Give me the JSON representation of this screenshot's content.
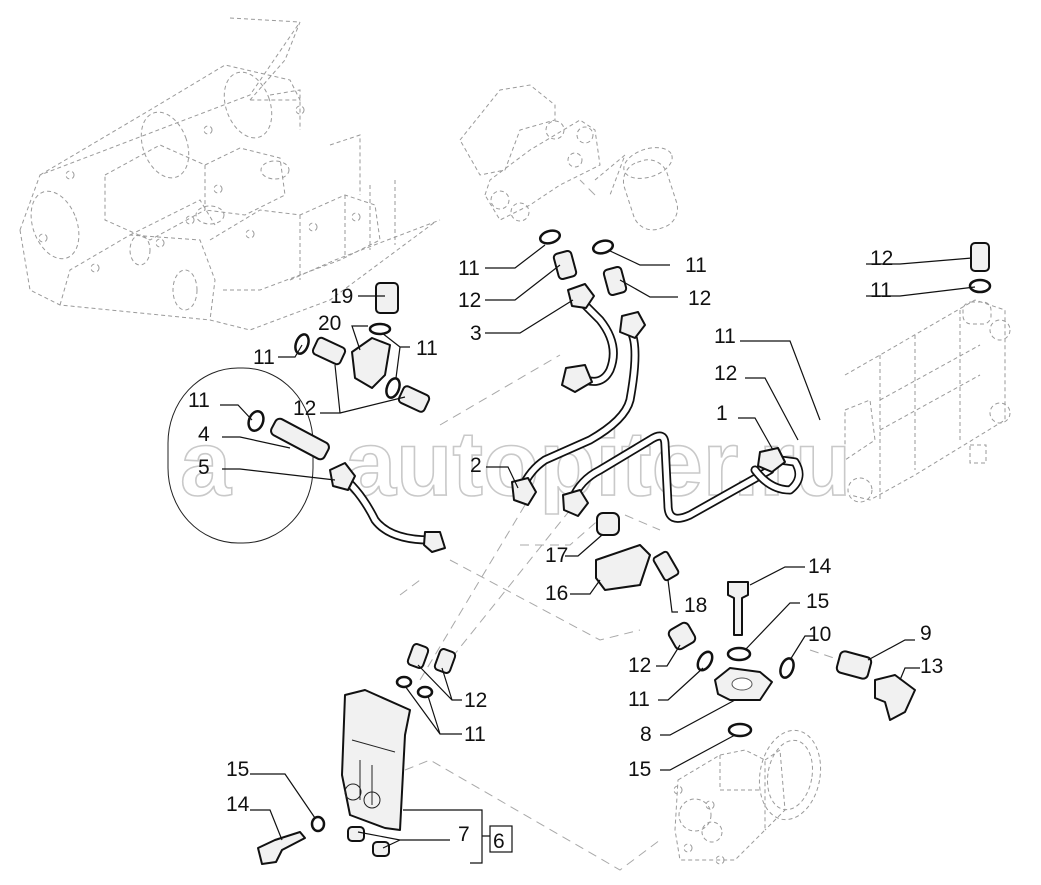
{
  "diagram": {
    "title": "Exploded parts diagram: injection pump oil lines and fittings",
    "watermark": "autopiter.ru",
    "watermark_logo_letter": "a",
    "group_box_label": "6",
    "callouts": [
      {
        "id": "c1",
        "label": "11"
      },
      {
        "id": "c2",
        "label": "12"
      },
      {
        "id": "c3",
        "label": "3"
      },
      {
        "id": "c4",
        "label": "11"
      },
      {
        "id": "c5",
        "label": "12"
      },
      {
        "id": "c6",
        "label": "12"
      },
      {
        "id": "c7",
        "label": "11"
      },
      {
        "id": "c8",
        "label": "19"
      },
      {
        "id": "c9",
        "label": "20"
      },
      {
        "id": "c10",
        "label": "11"
      },
      {
        "id": "c11",
        "label": "11"
      },
      {
        "id": "c12",
        "label": "12"
      },
      {
        "id": "c13",
        "label": "11"
      },
      {
        "id": "c14",
        "label": "4"
      },
      {
        "id": "c15",
        "label": "5"
      },
      {
        "id": "c16",
        "label": "2"
      },
      {
        "id": "c17",
        "label": "11"
      },
      {
        "id": "c18",
        "label": "12"
      },
      {
        "id": "c19",
        "label": "1"
      },
      {
        "id": "c20",
        "label": "17"
      },
      {
        "id": "c21",
        "label": "16"
      },
      {
        "id": "c22",
        "label": "18"
      },
      {
        "id": "c23",
        "label": "14"
      },
      {
        "id": "c24",
        "label": "15"
      },
      {
        "id": "c25",
        "label": "10"
      },
      {
        "id": "c26",
        "label": "9"
      },
      {
        "id": "c27",
        "label": "13"
      },
      {
        "id": "c28",
        "label": "12"
      },
      {
        "id": "c29",
        "label": "11"
      },
      {
        "id": "c30",
        "label": "8"
      },
      {
        "id": "c31",
        "label": "15"
      },
      {
        "id": "c32",
        "label": "12"
      },
      {
        "id": "c33",
        "label": "11"
      },
      {
        "id": "c34",
        "label": "15"
      },
      {
        "id": "c35",
        "label": "14"
      },
      {
        "id": "c36",
        "label": "7"
      }
    ]
  }
}
